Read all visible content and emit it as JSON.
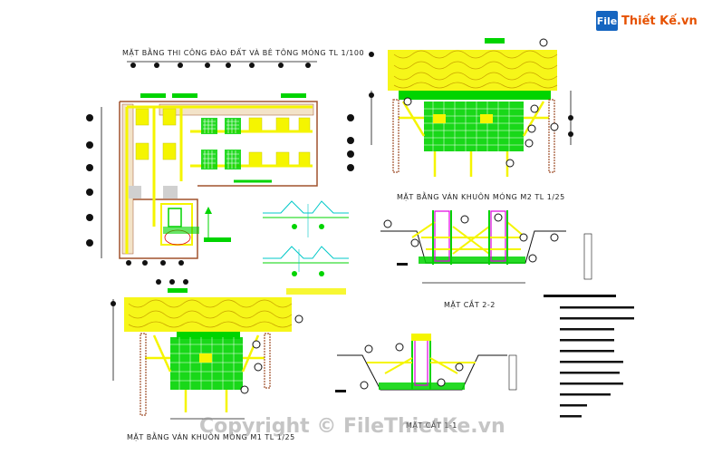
{
  "logo": {
    "mark": "File",
    "name": "Thiết Kế.vn"
  },
  "titles": {
    "plan_excavation": "MẶT BẰNG THI CÔNG ĐÀO ĐẤT VÀ BÊ TÔNG MÓNG TL 1/100",
    "formwork_m2": "MẶT BẰNG VÁN KHUÔN MÓNG M2 TL 1/25",
    "section_22": "MẶT CẮT 2-2",
    "section_11": "MẶT CẮT 1-1",
    "formwork_m1": "MẶT BẰNG VÁN KHUÔN MÓNG M1 TL 1/25"
  },
  "watermark": "Copyright © FileThietKe.vn",
  "colors": {
    "yellow": "#f5f500",
    "green": "#00d400",
    "cyan": "#00c8c8",
    "red": "#e00000",
    "magenta": "#e000e0",
    "brown": "#a0522d",
    "black": "#111111",
    "gray": "#9e9e9e"
  }
}
